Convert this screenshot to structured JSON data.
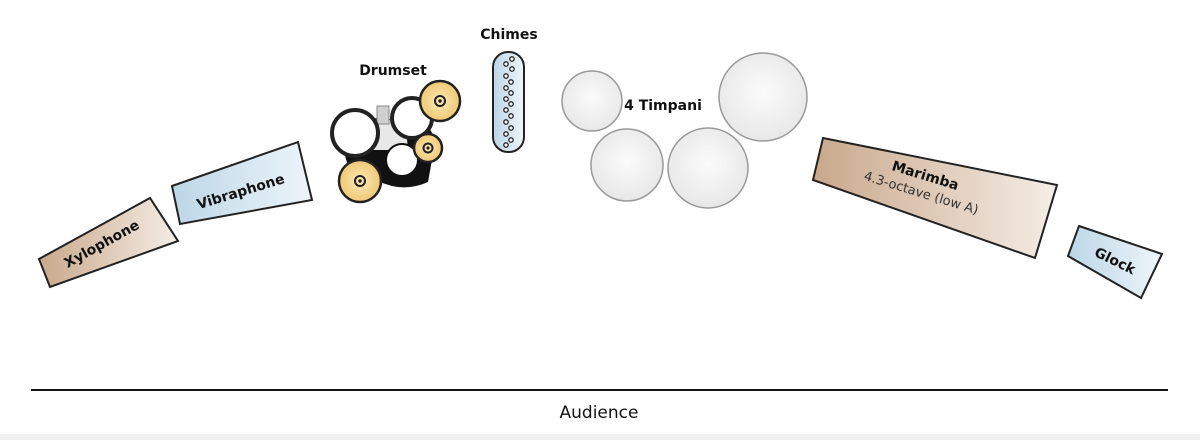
{
  "diagram": {
    "title": "Percussion stage setup",
    "instruments": {
      "xylophone": {
        "label": "Xylophone",
        "color": "#dcc1aa"
      },
      "vibraphone": {
        "label": "Vibraphone",
        "color": "#cfe2ee"
      },
      "drumset": {
        "label": "Drumset",
        "cymbal_color": "#f0cf7f"
      },
      "chimes": {
        "label": "Chimes",
        "color": "#d6e7f1"
      },
      "timpani": {
        "label": "4 Timpani",
        "count": 4,
        "color": "#efefef"
      },
      "marimba": {
        "label": "Marimba",
        "sublabel": "4.3-octave (low A)",
        "color": "#dcc1aa"
      },
      "glock": {
        "label": "Glock",
        "color": "#cfe2ee"
      }
    },
    "audience": {
      "label": "Audience"
    }
  }
}
